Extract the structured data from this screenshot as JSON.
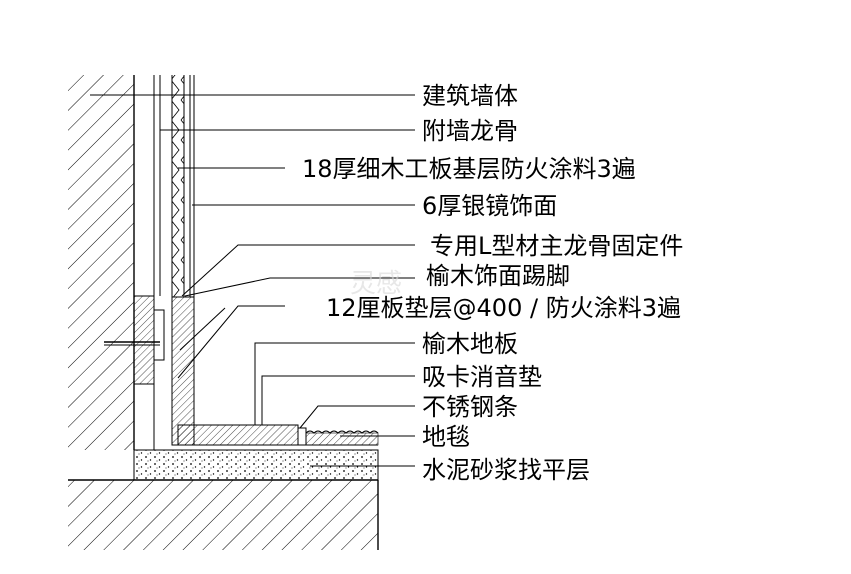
{
  "diagram": {
    "labels": [
      {
        "id": "wall",
        "text": "建筑墙体"
      },
      {
        "id": "stud",
        "text": "附墙龙骨"
      },
      {
        "id": "board18",
        "text": "18厚细木工板基层防火涂料3遍"
      },
      {
        "id": "mirror",
        "text": "6厚银镜饰面"
      },
      {
        "id": "bracket",
        "text": "专用L型材主龙骨固定件"
      },
      {
        "id": "skirting",
        "text": "榆木饰面踢脚"
      },
      {
        "id": "board12",
        "text": "12厘板垫层@400 / 防火涂料3遍"
      },
      {
        "id": "floor",
        "text": "榆木地板"
      },
      {
        "id": "pad",
        "text": "吸卡消音垫"
      },
      {
        "id": "steel",
        "text": "不锈钢条"
      },
      {
        "id": "carpet",
        "text": "地毯"
      },
      {
        "id": "screed",
        "text": "水泥砂浆找平层"
      }
    ],
    "watermark": "灵感"
  }
}
